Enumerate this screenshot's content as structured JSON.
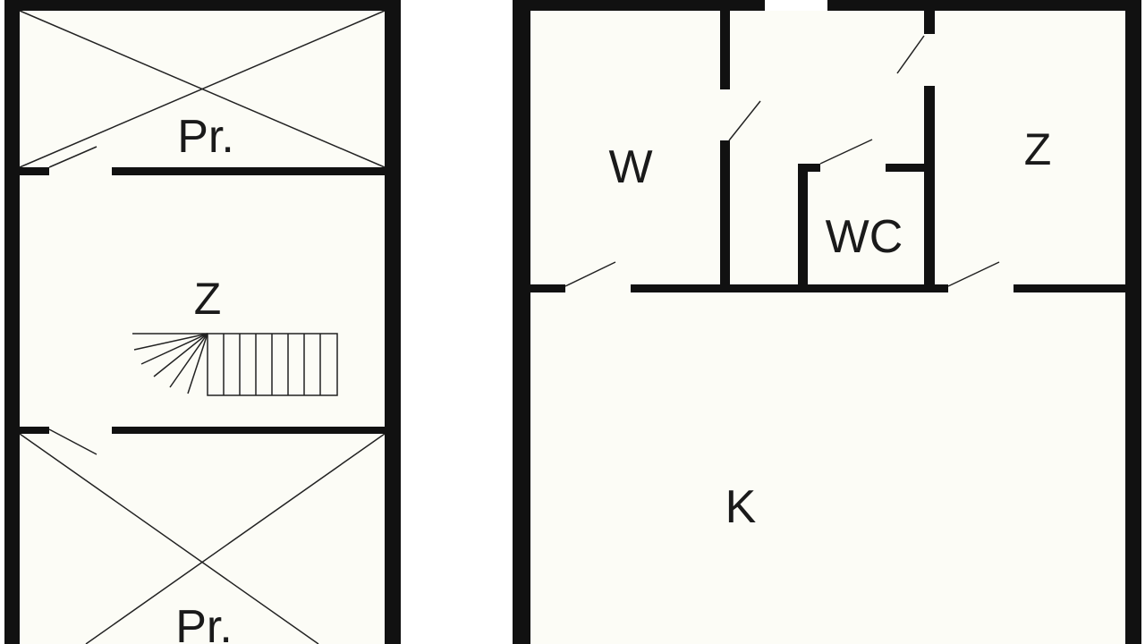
{
  "left_plan": {
    "rooms": {
      "top": "Pr.",
      "middle": "Z",
      "bottom": "Pr."
    }
  },
  "right_plan": {
    "rooms": {
      "w": "W",
      "wc": "WC",
      "z": "Z",
      "k": "K"
    }
  },
  "colors": {
    "wall": "#111111",
    "floor": "#fcfcf6",
    "background": "#ffffff"
  }
}
